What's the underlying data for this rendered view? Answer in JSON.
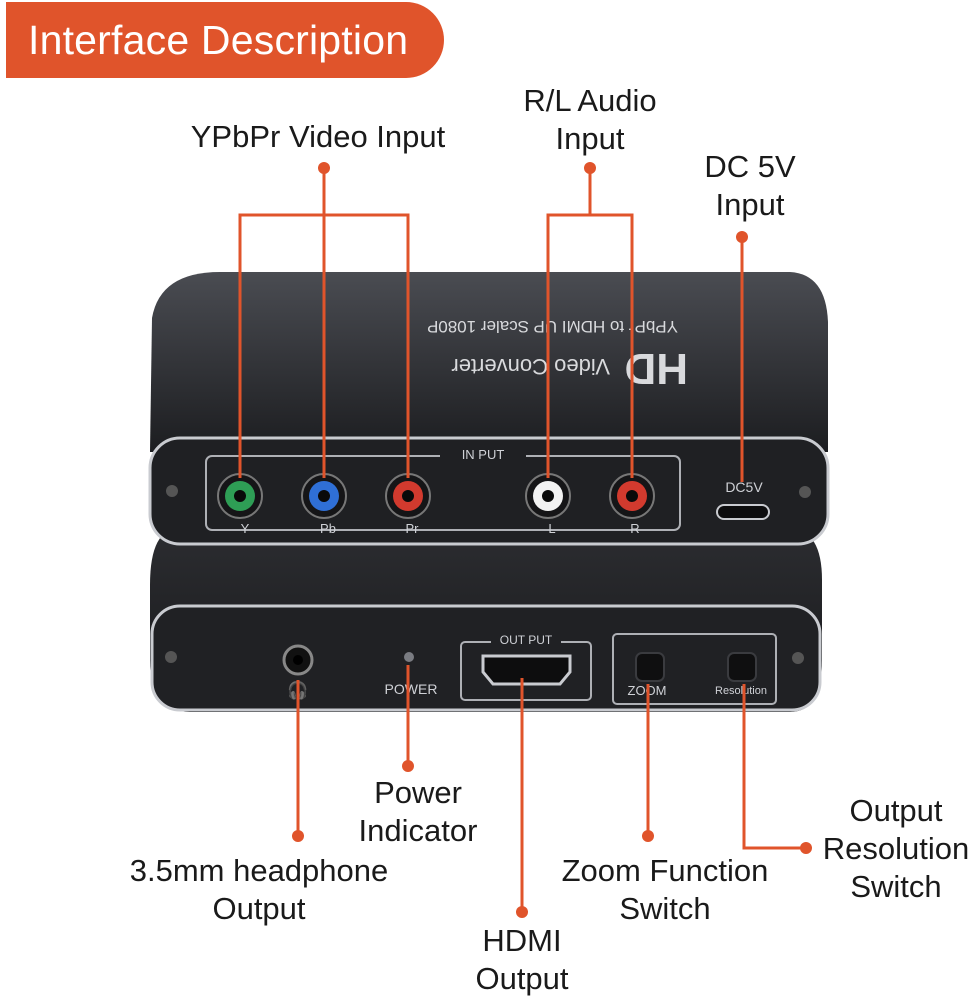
{
  "header": {
    "title": "Interface Description"
  },
  "callouts": {
    "ypbpr": "YPbPr Video Input",
    "rl_audio": "R/L Audio\nInput",
    "dc5v": "DC 5V\nInput",
    "power": "Power\nIndicator",
    "headphone": "3.5mm headphone\nOutput",
    "zoom": "Zoom Function\nSwitch",
    "resolution": "Output\nResolution\nSwitch",
    "hdmi": "HDMI\nOutput"
  },
  "device": {
    "brand_mark": "HD",
    "title_line": "Video Converter",
    "subtitle_line": "YPbPr to HDMI UP Scaler 1080P",
    "input_label": "IN PUT",
    "output_label": "OUT PUT",
    "ports": {
      "y": "Y",
      "pb": "Pb",
      "pr": "Pr",
      "l": "L",
      "r": "R",
      "dc": "DC5V"
    },
    "power_label": "POWER",
    "zoom_label": "ZOOM",
    "resolution_label": "Resolution",
    "headphone_symbol": "🎧"
  },
  "colors": {
    "accent": "#e0542b",
    "device_body": "#2a2b2f",
    "jack_green": "#2e9e55",
    "jack_blue": "#2f6fd6",
    "jack_red": "#d23a2e",
    "jack_white": "#f2f2f2"
  }
}
